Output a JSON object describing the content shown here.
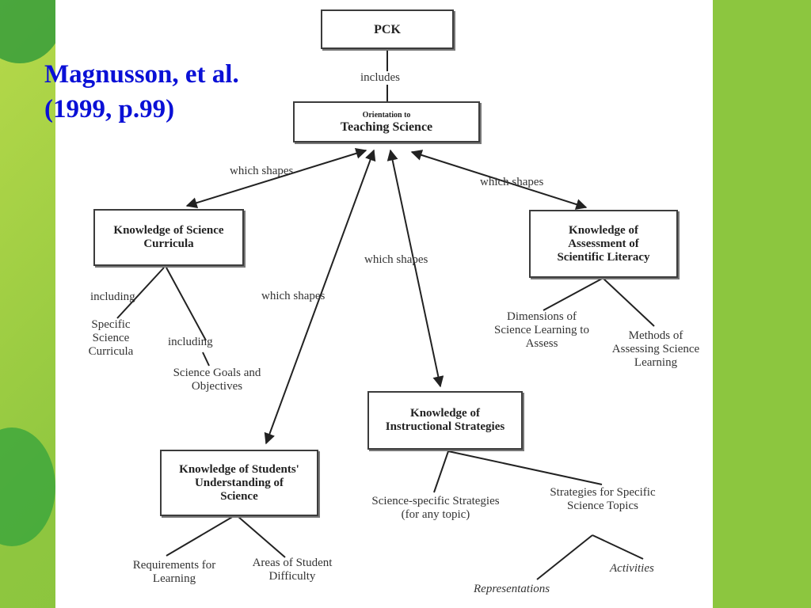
{
  "citation": {
    "line1": "Magnusson, et al.",
    "line2": "(1999, p.99)"
  },
  "nodes": {
    "pck": "PCK",
    "orientation_small": "Orientation to",
    "orientation_main": "Teaching Science",
    "curricula": "Knowledge of Science Curricula",
    "assessment": "Knowledge of Assessment of Scientific Literacy",
    "instructional": "Knowledge of Instructional Strategies",
    "students": "Knowledge of Students' Understanding of Science"
  },
  "edges": {
    "includes": "includes",
    "shapes_left": "which shapes",
    "shapes_right": "which shapes",
    "shapes_center": "which shapes",
    "shapes_students": "which shapes",
    "including_1": "including",
    "including_2": "including"
  },
  "leaves": {
    "specific_curricula": "Specific Science Curricula",
    "goals": "Science Goals and Objectives",
    "dimensions": "Dimensions of Science Learning to Assess",
    "methods": "Methods of Assessing Science Learning",
    "science_specific": "Science-specific Strategies (for any topic)",
    "topic_strategies": "Strategies for Specific Science Topics",
    "activities": "Activities",
    "representations": "Representations",
    "requirements": "Requirements for Learning",
    "difficulty": "Areas of Student Difficulty"
  },
  "colors": {
    "citation": "#0a10d6",
    "background": "#8cc63f"
  }
}
